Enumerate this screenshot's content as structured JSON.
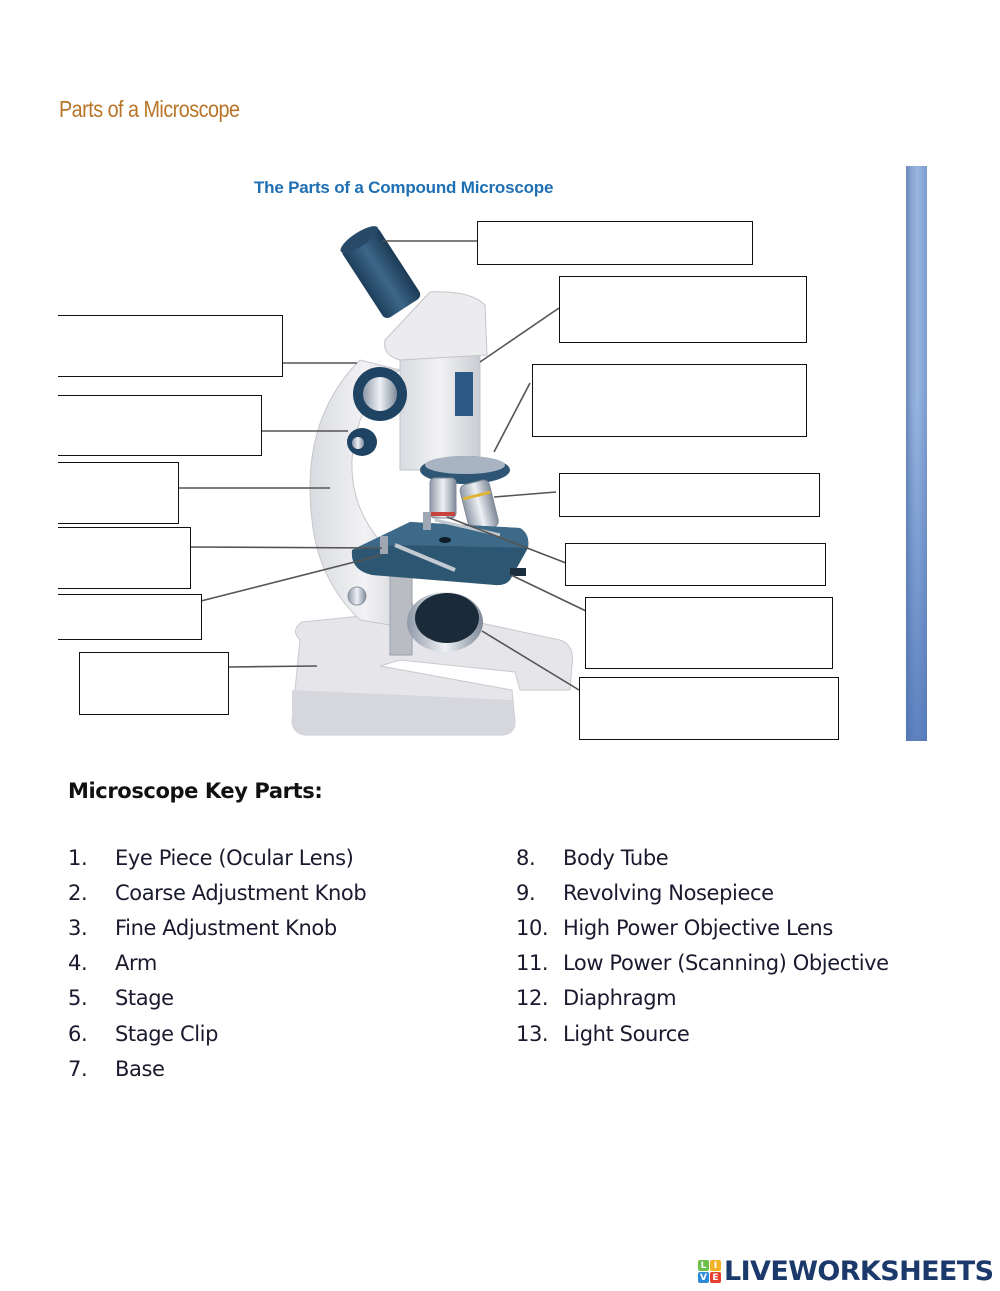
{
  "page": {
    "title": "Parts of a Microscope"
  },
  "diagram": {
    "title": "The Parts of a Compound Microscope",
    "label_boxes": [
      {
        "id": "box-1",
        "value": "",
        "points_to": "eyepiece"
      },
      {
        "id": "box-2",
        "value": "",
        "points_to": "body-tube"
      },
      {
        "id": "box-3",
        "value": "",
        "points_to": "revolving-nosepiece"
      },
      {
        "id": "box-4",
        "value": "",
        "points_to": "high-power-objective"
      },
      {
        "id": "box-5",
        "value": "",
        "points_to": "low-power-objective"
      },
      {
        "id": "box-6",
        "value": "",
        "points_to": "diaphragm"
      },
      {
        "id": "box-7",
        "value": "",
        "points_to": "light-source"
      },
      {
        "id": "box-8",
        "value": "",
        "points_to": "coarse-adjustment-knob"
      },
      {
        "id": "box-9",
        "value": "",
        "points_to": "fine-adjustment-knob"
      },
      {
        "id": "box-10",
        "value": "",
        "points_to": "arm"
      },
      {
        "id": "box-11",
        "value": "",
        "points_to": "stage-clip"
      },
      {
        "id": "box-12",
        "value": "",
        "points_to": "stage"
      },
      {
        "id": "box-13",
        "value": "",
        "points_to": "base"
      }
    ]
  },
  "key": {
    "heading": "Microscope Key Parts:",
    "left": [
      {
        "num": "1.",
        "label": "Eye Piece (Ocular Lens)"
      },
      {
        "num": "2.",
        "label": "Coarse Adjustment Knob"
      },
      {
        "num": "3.",
        "label": "Fine Adjustment Knob"
      },
      {
        "num": "4.",
        "label": "Arm"
      },
      {
        "num": "5.",
        "label": "Stage"
      },
      {
        "num": "6.",
        "label": "Stage Clip"
      },
      {
        "num": "7.",
        "label": "Base"
      }
    ],
    "right": [
      {
        "num": "8.",
        "label": "Body Tube"
      },
      {
        "num": "9.",
        "label": "Revolving Nosepiece"
      },
      {
        "num": "10.",
        "label": "High Power Objective Lens"
      },
      {
        "num": "11.",
        "label": "Low Power (Scanning) Objective"
      },
      {
        "num": "12.",
        "label": "Diaphragm"
      },
      {
        "num": "13.",
        "label": "Light Source"
      }
    ]
  },
  "branding": {
    "logo_letters": [
      "L",
      "I",
      "V",
      "E"
    ],
    "logo_colors": [
      "#6cc04a",
      "#f4b324",
      "#2e8ad8",
      "#e5412d"
    ],
    "logo_text": "LIVEWORKSHEETS"
  },
  "colors": {
    "title": "#b87528",
    "diagram_title": "#1e6fb4",
    "side_bar": "#7a9bd0",
    "logo_text": "#1b3a6b"
  }
}
